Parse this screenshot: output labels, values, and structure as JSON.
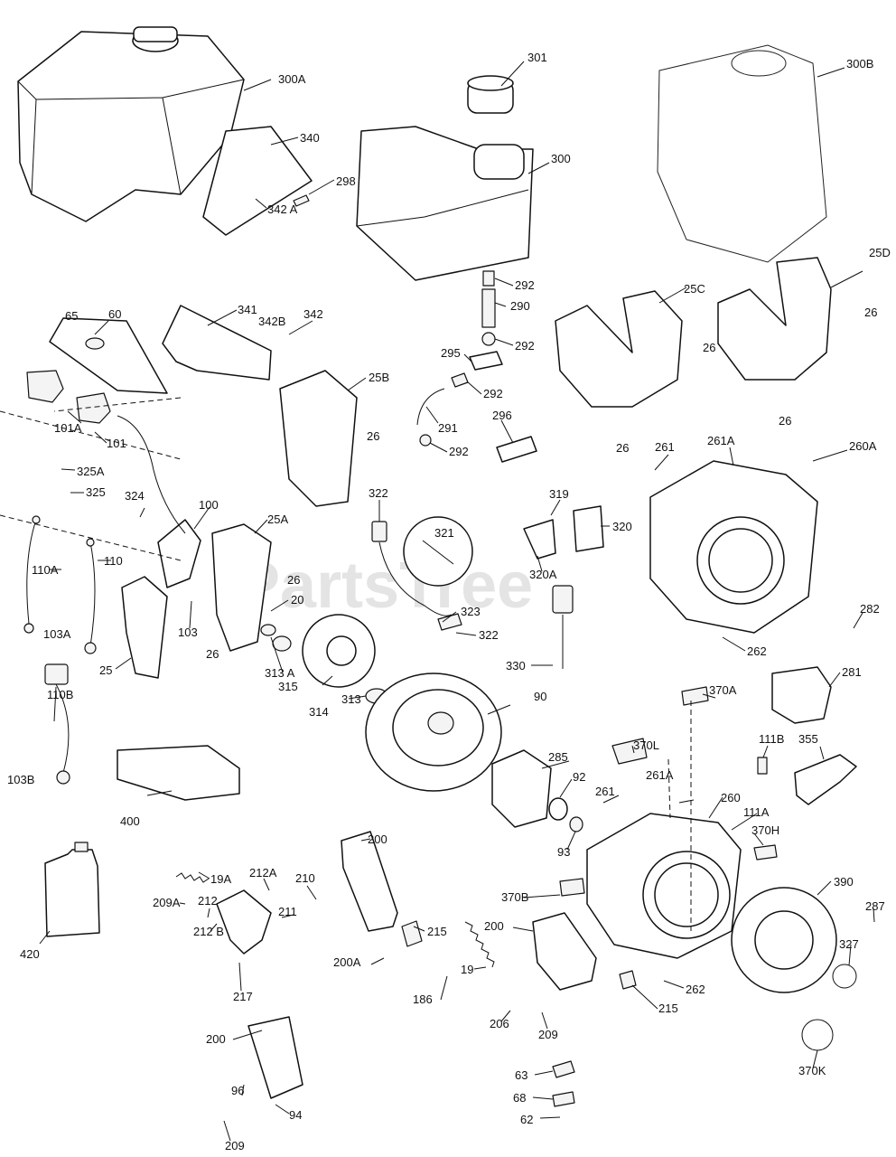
{
  "watermark": "PartsTree",
  "callouts": [
    {
      "id": "c300A",
      "text": "300A"
    },
    {
      "id": "c340",
      "text": "340"
    },
    {
      "id": "c298",
      "text": "298"
    },
    {
      "id": "c342A",
      "text": "342 A"
    },
    {
      "id": "c301",
      "text": "301"
    },
    {
      "id": "c300",
      "text": "300"
    },
    {
      "id": "c300B",
      "text": "300B"
    },
    {
      "id": "c292a",
      "text": "292"
    },
    {
      "id": "c290",
      "text": "290"
    },
    {
      "id": "c292b",
      "text": "292"
    },
    {
      "id": "c295",
      "text": "295"
    },
    {
      "id": "c292c",
      "text": "292"
    },
    {
      "id": "c291",
      "text": "291"
    },
    {
      "id": "c292d",
      "text": "292"
    },
    {
      "id": "c296",
      "text": "296"
    },
    {
      "id": "c65",
      "text": "65"
    },
    {
      "id": "c60",
      "text": "60"
    },
    {
      "id": "c341",
      "text": "341"
    },
    {
      "id": "c342B",
      "text": "342B"
    },
    {
      "id": "c342",
      "text": "342"
    },
    {
      "id": "c25B",
      "text": "25B"
    },
    {
      "id": "c25C",
      "text": "25C"
    },
    {
      "id": "c25D",
      "text": "25D"
    },
    {
      "id": "c26a",
      "text": "26"
    },
    {
      "id": "c26b",
      "text": "26"
    },
    {
      "id": "c26c",
      "text": "26"
    },
    {
      "id": "c26d",
      "text": "26"
    },
    {
      "id": "c26e",
      "text": "26"
    },
    {
      "id": "c26f",
      "text": "26"
    },
    {
      "id": "c26g",
      "text": "26"
    },
    {
      "id": "c101A",
      "text": "101A"
    },
    {
      "id": "c101",
      "text": "101"
    },
    {
      "id": "c325A",
      "text": "325A"
    },
    {
      "id": "c325",
      "text": "325"
    },
    {
      "id": "c324",
      "text": "324"
    },
    {
      "id": "c100",
      "text": "100"
    },
    {
      "id": "c25A",
      "text": "25A"
    },
    {
      "id": "c20",
      "text": "20"
    },
    {
      "id": "c110A",
      "text": "110A"
    },
    {
      "id": "c110",
      "text": "110"
    },
    {
      "id": "c103A",
      "text": "103A"
    },
    {
      "id": "c103",
      "text": "103"
    },
    {
      "id": "c25",
      "text": "25"
    },
    {
      "id": "c313A",
      "text": "313 A"
    },
    {
      "id": "c315",
      "text": "315"
    },
    {
      "id": "c314",
      "text": "314"
    },
    {
      "id": "c313",
      "text": "313"
    },
    {
      "id": "c322a",
      "text": "322"
    },
    {
      "id": "c321",
      "text": "321"
    },
    {
      "id": "c323",
      "text": "323"
    },
    {
      "id": "c322b",
      "text": "322"
    },
    {
      "id": "c319",
      "text": "319"
    },
    {
      "id": "c320",
      "text": "320"
    },
    {
      "id": "c320A",
      "text": "320A"
    },
    {
      "id": "c330",
      "text": "330"
    },
    {
      "id": "c261a",
      "text": "261"
    },
    {
      "id": "c261Aa",
      "text": "261A"
    },
    {
      "id": "c260A",
      "text": "260A"
    },
    {
      "id": "c262a",
      "text": "262"
    },
    {
      "id": "c282",
      "text": "282"
    },
    {
      "id": "c281",
      "text": "281"
    },
    {
      "id": "c110B",
      "text": "110B"
    },
    {
      "id": "c103B",
      "text": "103B"
    },
    {
      "id": "c90",
      "text": "90"
    },
    {
      "id": "c370A",
      "text": "370A"
    },
    {
      "id": "c370L",
      "text": "370L"
    },
    {
      "id": "c111B",
      "text": "111B"
    },
    {
      "id": "c355",
      "text": "355"
    },
    {
      "id": "c400",
      "text": "400"
    },
    {
      "id": "c285",
      "text": "285"
    },
    {
      "id": "c92",
      "text": "92"
    },
    {
      "id": "c261Ab",
      "text": "261A"
    },
    {
      "id": "c261b",
      "text": "261"
    },
    {
      "id": "c260",
      "text": "260"
    },
    {
      "id": "c111A",
      "text": "111A"
    },
    {
      "id": "c370H",
      "text": "370H"
    },
    {
      "id": "c93",
      "text": "93"
    },
    {
      "id": "c200a",
      "text": "200"
    },
    {
      "id": "c19A",
      "text": "19A"
    },
    {
      "id": "c212A",
      "text": "212A"
    },
    {
      "id": "c210",
      "text": "210"
    },
    {
      "id": "c209Aa",
      "text": "209A"
    },
    {
      "id": "c212",
      "text": "212"
    },
    {
      "id": "c211",
      "text": "211"
    },
    {
      "id": "c215a",
      "text": "215"
    },
    {
      "id": "c370B",
      "text": "370B"
    },
    {
      "id": "c390",
      "text": "390"
    },
    {
      "id": "c287",
      "text": "287"
    },
    {
      "id": "c420",
      "text": "420"
    },
    {
      "id": "c212B",
      "text": "212 B"
    },
    {
      "id": "c200A",
      "text": "200A"
    },
    {
      "id": "c200b",
      "text": "200"
    },
    {
      "id": "c19",
      "text": "19"
    },
    {
      "id": "c327",
      "text": "327"
    },
    {
      "id": "c217",
      "text": "217"
    },
    {
      "id": "c186",
      "text": "186"
    },
    {
      "id": "c206",
      "text": "206"
    },
    {
      "id": "c209b",
      "text": "209"
    },
    {
      "id": "c215b",
      "text": "215"
    },
    {
      "id": "c262b",
      "text": "262"
    },
    {
      "id": "c370K",
      "text": "370K"
    },
    {
      "id": "c200c",
      "text": "200"
    },
    {
      "id": "c96",
      "text": "96"
    },
    {
      "id": "c94",
      "text": "94"
    },
    {
      "id": "c209c",
      "text": "209"
    },
    {
      "id": "c63",
      "text": "63"
    },
    {
      "id": "c68",
      "text": "68"
    },
    {
      "id": "c62",
      "text": "62"
    }
  ]
}
